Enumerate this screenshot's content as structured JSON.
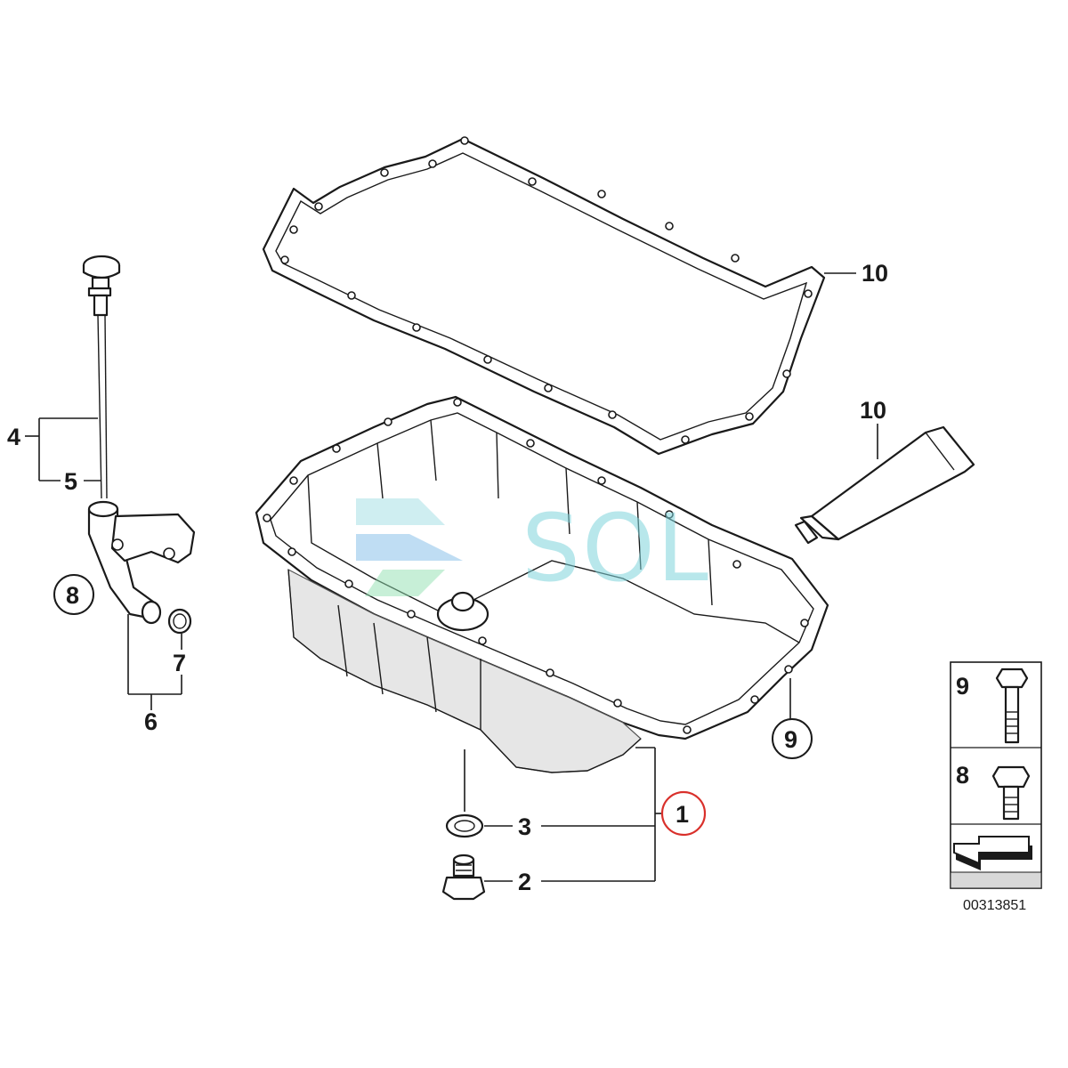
{
  "callouts": {
    "gasket_top": "10",
    "sealant": "10",
    "dipstick_group": "4",
    "dipstick": "5",
    "bolt_circle_left": "8",
    "oring": "7",
    "tube_group": "6",
    "pan_bolt_circle": "9",
    "oil_pan": "1",
    "washer": "3",
    "drain_plug": "2"
  },
  "legend": {
    "bolt_9": "9",
    "bolt_8": "8",
    "drawing_number": "00313851"
  },
  "watermark": "SOL",
  "colors": {
    "highlight_circle": "#d9302b",
    "watermark": "#7fd4dc"
  }
}
